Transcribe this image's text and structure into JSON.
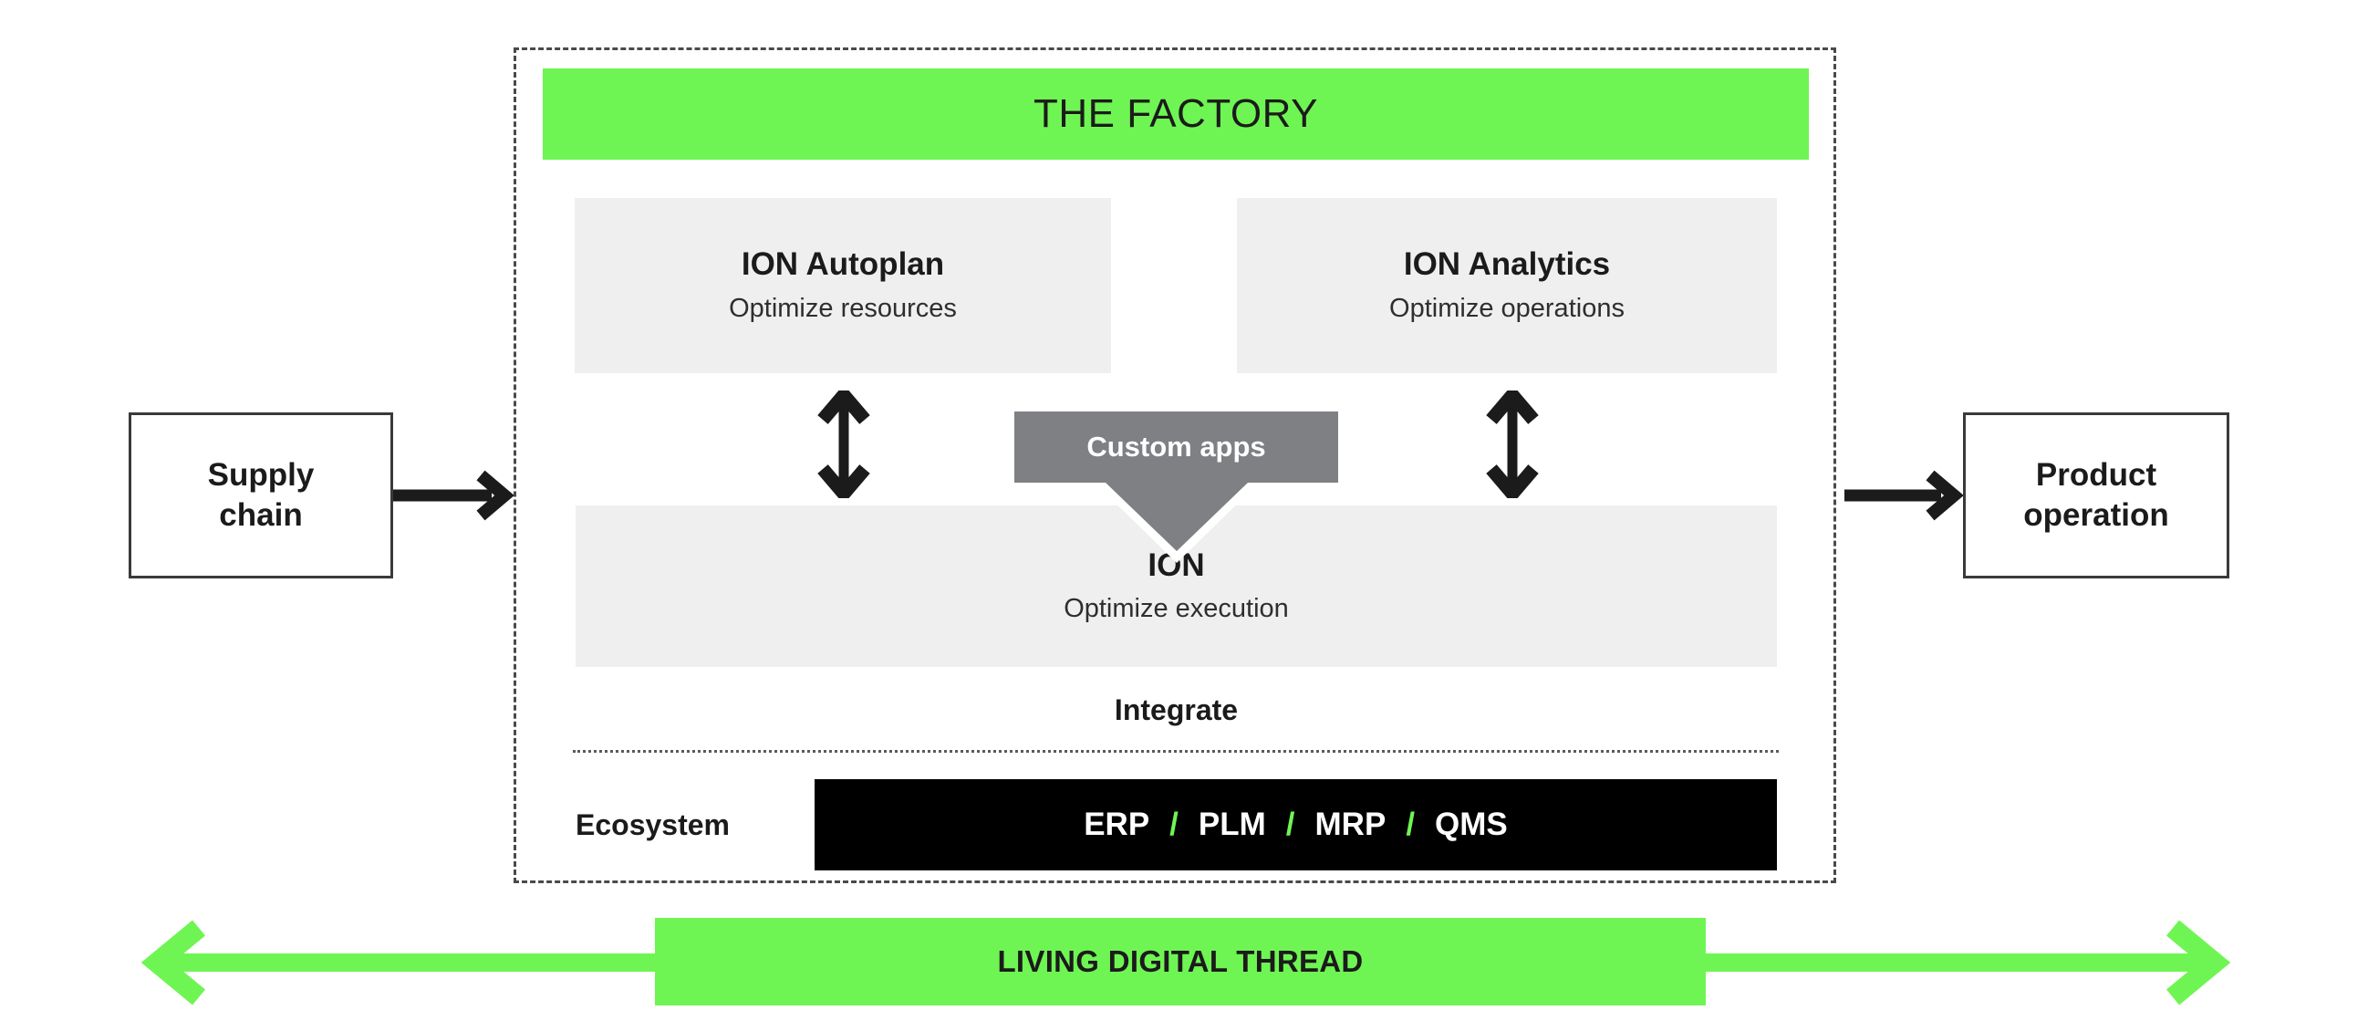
{
  "factory": {
    "header_label": "THE FACTORY",
    "header_color": "#6ff553",
    "modules": [
      {
        "title": "ION Autoplan",
        "subtitle": "Optimize resources"
      },
      {
        "title": "ION Analytics",
        "subtitle": "Optimize operations"
      },
      {
        "title": "ION",
        "subtitle": "Optimize execution"
      }
    ],
    "custom_apps_label": "Custom apps",
    "custom_apps_color": "#7e8084",
    "integrate_label": "Integrate",
    "ecosystem_label": "Ecosystem",
    "ecosystem_items": [
      "ERP",
      "PLM",
      "MRP",
      "QMS"
    ],
    "ecosystem_separator": "/",
    "ecosystem_bar_color": "#000000",
    "ecosystem_separator_color": "#6ff553"
  },
  "sides": {
    "left_box_line1": "Supply",
    "left_box_line2": "chain",
    "right_box_line1": "Product",
    "right_box_line2": "operation"
  },
  "thread": {
    "label": "LIVING DIGITAL THREAD",
    "color": "#6ff553"
  }
}
